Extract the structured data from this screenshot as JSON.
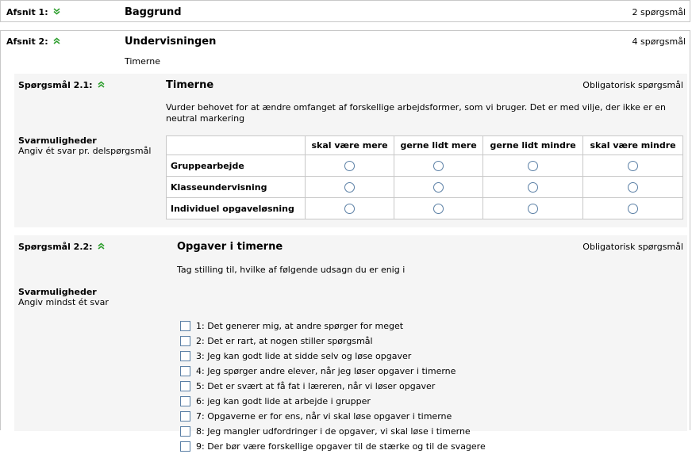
{
  "sections": [
    {
      "label": "Afsnit 1:",
      "title": "Baggrund",
      "count": "2 spørgsmål"
    },
    {
      "label": "Afsnit 2:",
      "title": "Undervisningen",
      "count": "4 spørgsmål",
      "subtitle": "Timerne"
    }
  ],
  "q1": {
    "label": "Spørgsmål 2.1:",
    "title": "Timerne",
    "mandatory": "Obligatorisk spørgsmål",
    "description": "Vurder behovet for at ændre omfanget af forskellige arbejdsformer, som vi bruger. Det er med vilje, der ikke er en neutral markering",
    "options_heading": "Svarmuligheder",
    "options_hint": "Angiv ét svar pr. delspørgsmål",
    "columns": [
      "skal være mere",
      "gerne lidt mere",
      "gerne lidt mindre",
      "skal være mindre"
    ],
    "rows": [
      "Gruppearbejde",
      "Klasseundervisning",
      "Individuel opgaveløsning"
    ]
  },
  "q2": {
    "label": "Spørgsmål 2.2:",
    "title": "Opgaver i timerne",
    "mandatory": "Obligatorisk spørgsmål",
    "description": "Tag stilling til, hvilke af følgende udsagn du er enig i",
    "options_heading": "Svarmuligheder",
    "options_hint": "Angiv mindst ét svar",
    "items": [
      "1: Det generer mig, at andre spørger for meget",
      "2: Det er rart, at nogen stiller spørgsmål",
      "3: Jeg kan godt lide at sidde selv og løse opgaver",
      "4: Jeg spørger andre elever, når jeg løser opgaver i timerne",
      "5: Det er svært at få fat i læreren, når vi løser opgaver",
      "6: jeg kan godt lide at arbejde i grupper",
      "7: Opgaverne er for ens, når vi skal løse opgaver i timerne",
      "8: Jeg mangler udfordringer i de opgaver, vi skal løse i timerne",
      "9: Der bør være forskellige opgaver til de stærke og til de svagere"
    ]
  },
  "icons": {
    "expand": "chevron-double-down-icon",
    "collapse": "chevron-double-up-icon",
    "accent": "#2e9e2e"
  }
}
